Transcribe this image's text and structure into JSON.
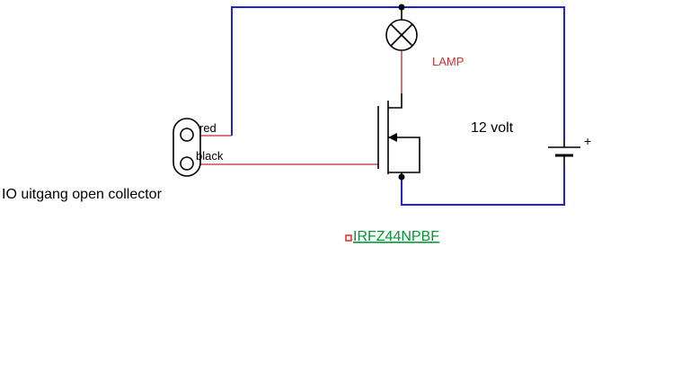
{
  "diagram": {
    "type": "circuit-schematic",
    "labels": {
      "red_pin": "red",
      "black_pin": "black",
      "connector_caption": "IO uitgang open collector",
      "lamp": "LAMP",
      "battery_voltage": "12 volt",
      "battery_plus": "+",
      "mosfet_part": "IRFZ44NPBF"
    },
    "components": [
      "two-pin connector (red / black leads)",
      "lamp",
      "n-channel MOSFET IRFZ44NPBF",
      "12 volt battery"
    ],
    "colors": {
      "wire_blue": "#2323cd",
      "wire_red": "#c05050",
      "label_red": "#cc3333",
      "label_green": "#009933",
      "handle_red": "#ee2222",
      "component_black": "#000000",
      "background": "#ffffff"
    }
  }
}
